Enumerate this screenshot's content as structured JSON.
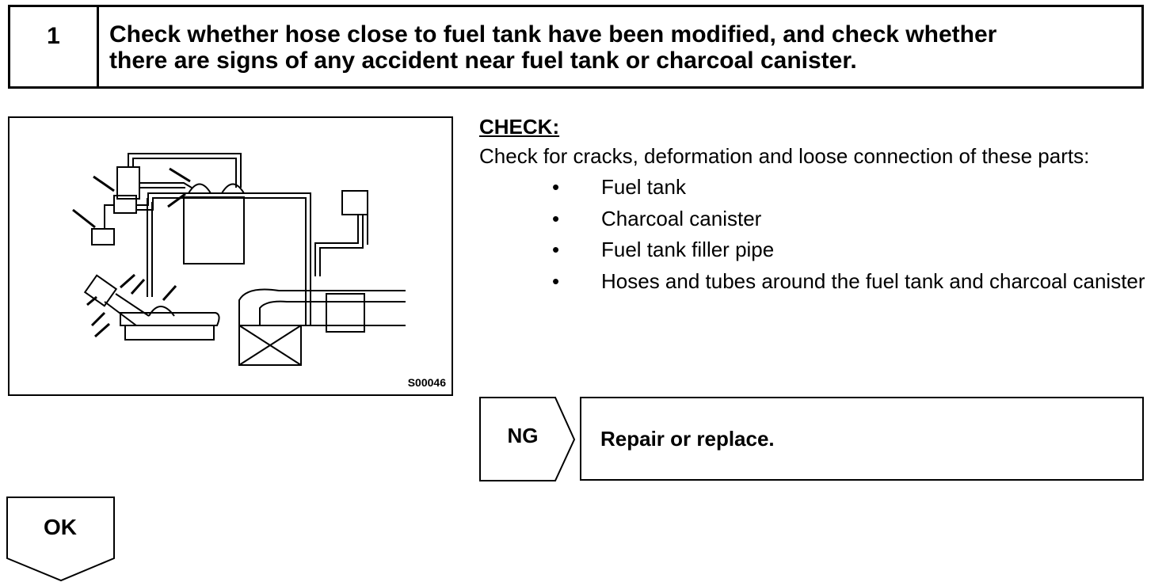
{
  "step": {
    "number": "1",
    "title_line1": "Check whether hose close to fuel tank have been modified, and check whether",
    "title_line2": "there are signs of any accident near fuel tank or charcoal canister."
  },
  "figure": {
    "code": "S00046"
  },
  "check": {
    "heading": "CHECK:",
    "description": "Check for cracks, deformation and loose connection of these parts:",
    "items": [
      "Fuel tank",
      "Charcoal canister",
      "Fuel tank filler pipe",
      "Hoses and tubes around the fuel tank and charcoal canister"
    ],
    "bullet": "•"
  },
  "result_ng": {
    "label": "NG",
    "action": "Repair or replace."
  },
  "result_ok": {
    "label": "OK"
  }
}
